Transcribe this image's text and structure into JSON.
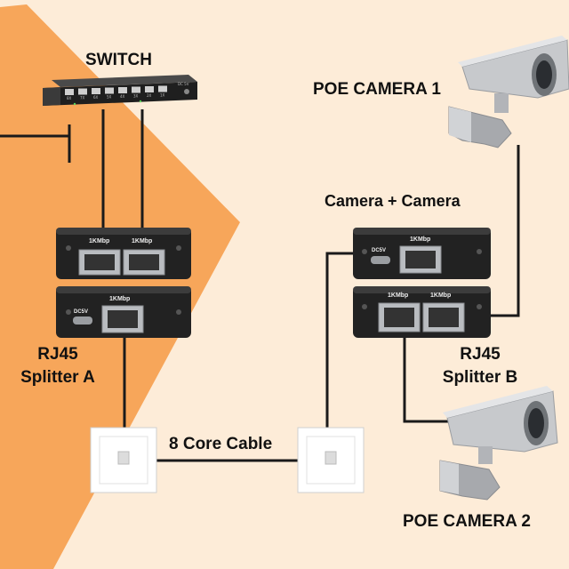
{
  "colors": {
    "background": "#fdecd8",
    "orange_band": "#f7a65a",
    "cable": "#1a1a1a",
    "device_body": "#2b2b2b",
    "port_metal": "#b9bcc0",
    "faceplate": "#ffffff",
    "camera_body": "#c7c9cc"
  },
  "labels": {
    "switch": "SWITCH",
    "camera1": "POE CAMERA 1",
    "camera_plus_camera": "Camera + Camera",
    "splitter_a_line1": "RJ45",
    "splitter_a_line2": "Splitter A",
    "splitter_b_line1": "RJ45",
    "splitter_b_line2": "Splitter B",
    "cable": "8 Core Cable",
    "camera2": "POE CAMERA 2"
  },
  "device_text": {
    "port_speed": "1KMbp",
    "dc_input": "DC5V"
  },
  "switch_panel": {
    "port_labels": [
      "8X",
      "7X",
      "6X",
      "5X",
      "4X",
      "3X",
      "2X",
      "1X"
    ],
    "dc_label": "DC 5V"
  },
  "icons": [
    "network-switch-icon",
    "rj45-splitter-icon",
    "wall-faceplate-icon",
    "cctv-camera-icon"
  ]
}
